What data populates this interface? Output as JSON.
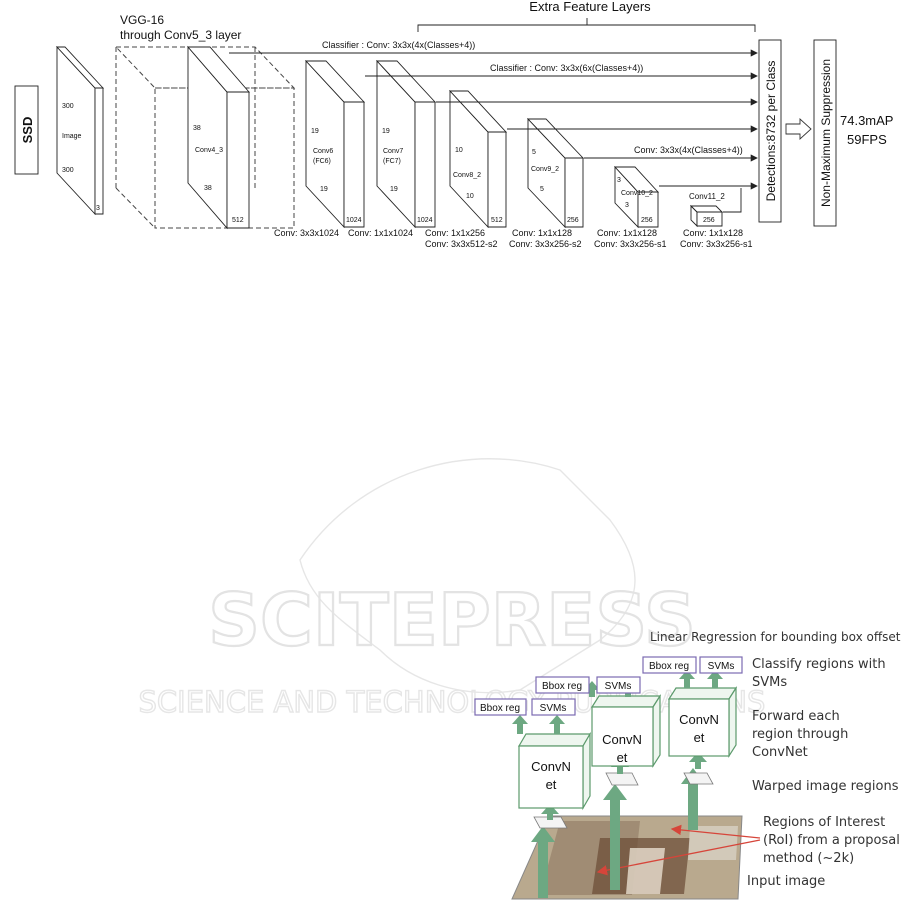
{
  "watermark": {
    "title": "SCITEPRESS",
    "subtitle": "SCIENCE AND TECHNOLOGY PUBLICATIONS"
  },
  "ssd": {
    "ssd_label": "SSD",
    "vgg_label_line1": "VGG-16",
    "vgg_label_line2": "through Conv5_3 layer",
    "extra_layers_label": "Extra Feature Layers",
    "classifier1": "Classifier : Conv: 3x3x(4x(Classes+4))",
    "classifier2": "Classifier : Conv: 3x3x(6x(Classes+4))",
    "classifier3": "Conv: 3x3x(4x(Classes+4))",
    "detections": "Detections:8732  per Class",
    "nms": "Non-Maximum Suppression",
    "map": "74.3mAP",
    "fps": "59FPS",
    "image_block": {
      "h": "300",
      "name": "Image",
      "w": "300",
      "c": "3"
    },
    "conv4_3": {
      "h": "38",
      "name": "Conv4_3",
      "w": "38",
      "c": "512"
    },
    "conv6": {
      "h": "19",
      "name1": "Conv6",
      "name2": "(FC6)",
      "w": "19",
      "c": "1024",
      "op": "Conv: 3x3x1024"
    },
    "conv7": {
      "h": "19",
      "name1": "Conv7",
      "name2": "(FC7)",
      "w": "19",
      "c": "1024",
      "op": "Conv: 1x1x1024"
    },
    "conv8_2": {
      "h": "10",
      "name": "Conv8_2",
      "w": "10",
      "c": "512",
      "op1": "Conv: 1x1x256",
      "op2": "Conv:  3x3x512-s2"
    },
    "conv9_2": {
      "h": "5",
      "name": "Conv9_2",
      "w": "5",
      "c": "256",
      "op1": "Conv: 1x1x128",
      "op2": "Conv: 3x3x256-s2"
    },
    "conv10_2": {
      "h": "3",
      "name": "Conv10_2",
      "w": "3",
      "c": "256",
      "op1": "Conv: 1x1x128",
      "op2": "Conv: 3x3x256-s1"
    },
    "conv11_2": {
      "name": "Conv11_2",
      "c": "256",
      "op1": "Conv: 1x1x128",
      "op2": "Conv: 3x3x256-s1"
    }
  },
  "rcnn": {
    "bbox_reg": "Bbox reg",
    "svms": "SVMs",
    "convnet_line1": "ConvN",
    "convnet_line2": "et",
    "label_linear": "Linear Regression for bounding box offsets",
    "label_classify_1": "Classify regions with",
    "label_classify_2": "SVMs",
    "label_forward_1": "Forward each",
    "label_forward_2": "region through",
    "label_forward_3": "ConvNet",
    "label_warped": "Warped image regions",
    "label_roi_1": "Regions of Interest",
    "label_roi_2": "(RoI) from a proposal",
    "label_roi_3": "method (~2k)",
    "label_input": "Input image"
  },
  "colors": {
    "convnet_border": "#5c9a6c",
    "arrow_green": "#6da882",
    "svm_border": "#7b6bb2",
    "roi_arrow": "#d6453a"
  }
}
